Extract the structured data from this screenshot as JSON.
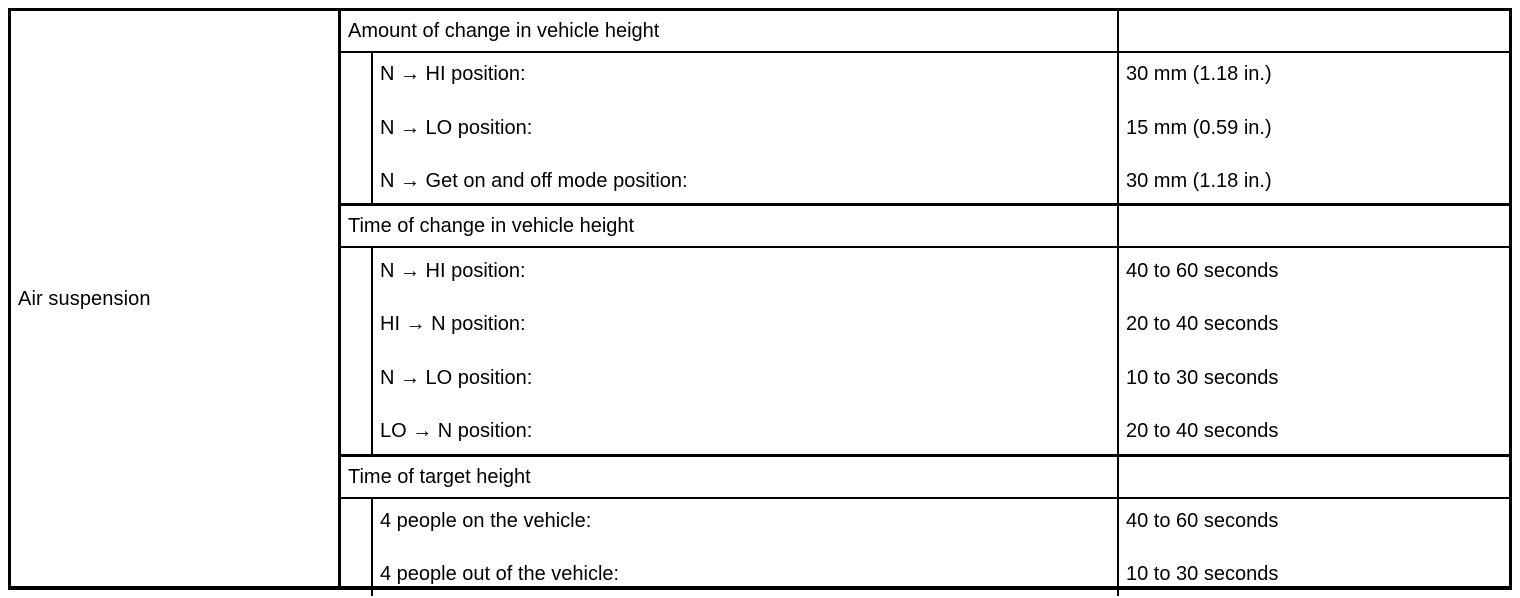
{
  "table": {
    "row_label": "Air suspension",
    "groups": [
      {
        "header": "Amount of change in vehicle height",
        "header_value": "",
        "items": [
          {
            "label": "N → HI position:",
            "value": "30 mm (1.18 in.)"
          },
          {
            "label": "N → LO position:",
            "value": "15 mm (0.59 in.)"
          },
          {
            "label": "N → Get on and off mode position:",
            "value": "30 mm (1.18 in.)"
          }
        ]
      },
      {
        "header": "Time of change in vehicle height",
        "header_value": "",
        "items": [
          {
            "label": "N → HI position:",
            "value": "40 to 60 seconds"
          },
          {
            "label": "HI → N position:",
            "value": "20 to 40 seconds"
          },
          {
            "label": "N → LO position:",
            "value": "10 to 30 seconds"
          },
          {
            "label": "LO → N position:",
            "value": "20 to 40 seconds"
          }
        ]
      },
      {
        "header": "Time of target height",
        "header_value": "",
        "items": [
          {
            "label": "4 people on the vehicle:",
            "value": "40 to 60 seconds"
          },
          {
            "label": "4 people out of the vehicle:",
            "value": "10 to 30 seconds"
          }
        ]
      }
    ]
  },
  "colors": {
    "border": "#000000",
    "text": "#000000",
    "background": "#ffffff"
  }
}
